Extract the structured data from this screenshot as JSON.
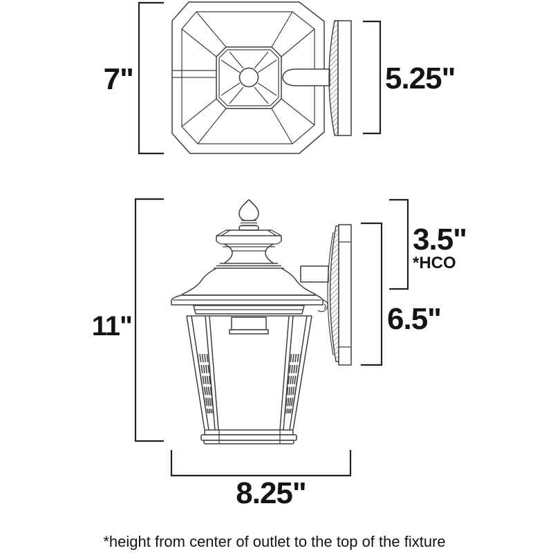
{
  "page": {
    "background": "#ffffff"
  },
  "diagram": {
    "colors": {
      "line": "#3d3d3d",
      "dimension": "#1f1f1f",
      "text": "#141414"
    },
    "top_view": {
      "height": "7\"",
      "depth": "5.25\""
    },
    "side_view": {
      "height": "11\"",
      "outlet_to_top": "3.5\"",
      "outlet_note": "*HCO",
      "backplate_height": "6.5\"",
      "width": "8.25\""
    },
    "footnote": "*height from center of outlet to the top of the fixture"
  }
}
